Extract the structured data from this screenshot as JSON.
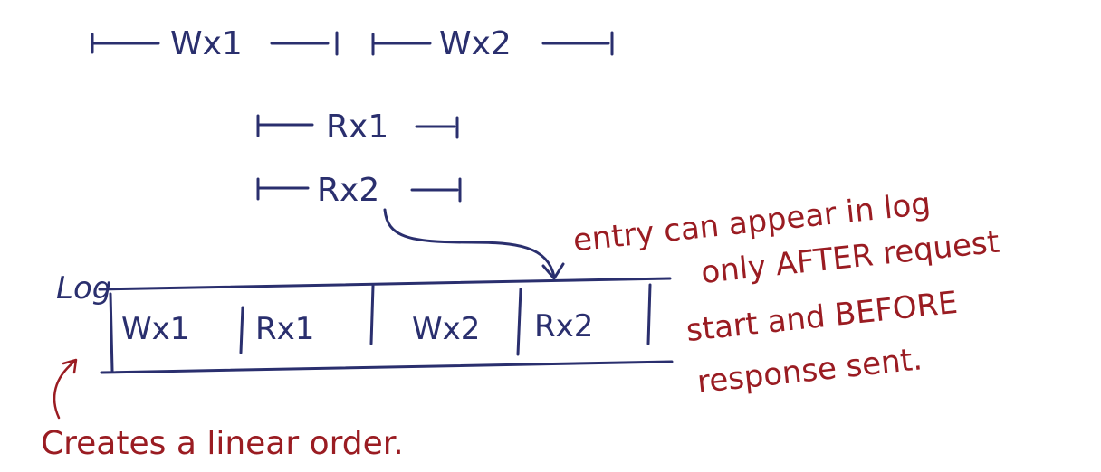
{
  "colors": {
    "ink": "#2a2f6e",
    "note": "#9a1c22",
    "paper": "#ffffff"
  },
  "timeline": {
    "writes": [
      {
        "label": "Wx1"
      },
      {
        "label": "Wx2"
      }
    ],
    "reads": [
      {
        "label": "Rx1"
      },
      {
        "label": "Rx2"
      }
    ]
  },
  "log": {
    "label": "Log",
    "entries": [
      "Wx1",
      "Rx1",
      "Wx2",
      "Rx2"
    ]
  },
  "notes": {
    "append_rule": [
      "entry can appear in log",
      "only AFTER request",
      "start and BEFORE",
      "response sent."
    ],
    "order": "Creates a linear order."
  }
}
